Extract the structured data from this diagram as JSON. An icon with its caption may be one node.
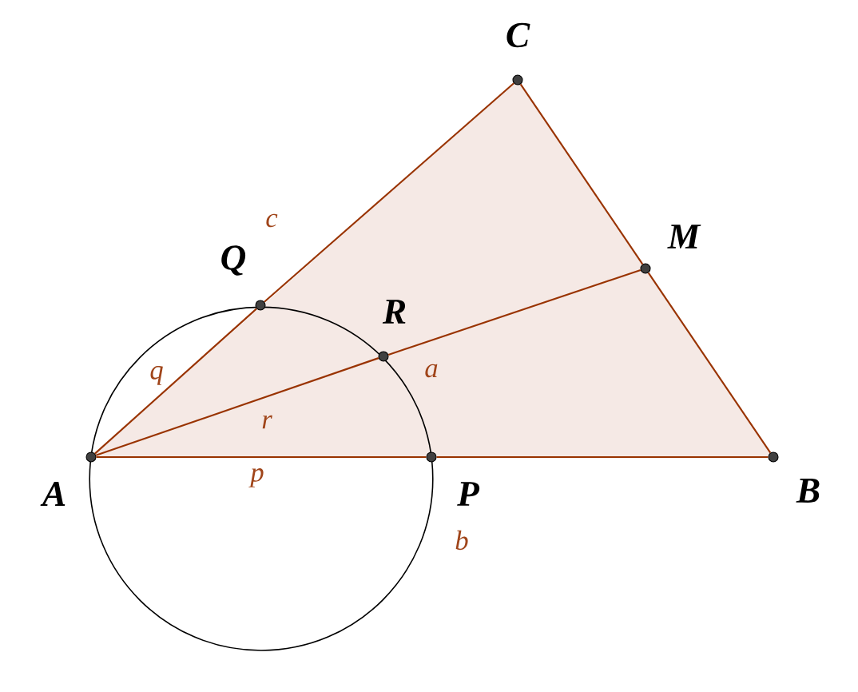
{
  "diagram": {
    "nodes": [
      {
        "text": [
          "C"
        ]
      },
      {
        "text": [
          "Q"
        ]
      },
      {
        "text": [
          "M"
        ]
      },
      {
        "text": [
          "R"
        ]
      },
      {
        "text": [
          "A"
        ]
      },
      {
        "text": [
          "P"
        ]
      },
      {
        "text": [
          "B"
        ]
      }
    ],
    "edges": [
      {
        "from": 4,
        "to": 5,
        "arrow": "none",
        "label": "p"
      },
      {
        "from": 5,
        "to": 6,
        "arrow": "none",
        "label": "b"
      },
      {
        "from": 4,
        "to": 1,
        "arrow": "none",
        "label": "q"
      },
      {
        "from": 1,
        "to": 0,
        "arrow": "none",
        "label": "c"
      },
      {
        "from": 0,
        "to": 2,
        "arrow": "none"
      },
      {
        "from": 2,
        "to": 6,
        "arrow": "none"
      },
      {
        "from": 4,
        "to": 3,
        "arrow": "none",
        "label": "r"
      },
      {
        "from": 3,
        "to": 2,
        "arrow": "none",
        "label": "a"
      }
    ]
  }
}
